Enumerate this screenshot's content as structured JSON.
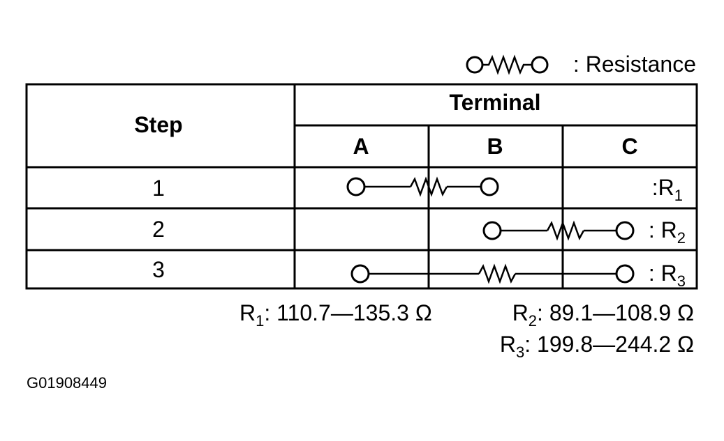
{
  "legend": {
    "label": ": Resistance"
  },
  "table": {
    "step_header": "Step",
    "terminal_header": "Terminal",
    "columns": [
      "A",
      "B",
      "C"
    ],
    "rows": [
      {
        "step": "1",
        "sub": "1",
        "label_prefix": ":R",
        "from": "A",
        "to": "B"
      },
      {
        "step": "2",
        "sub": "2",
        "label_prefix": ": R",
        "from": "B",
        "to": "C"
      },
      {
        "step": "3",
        "sub": "3",
        "label_prefix": ": R",
        "from": "A",
        "to": "C"
      }
    ]
  },
  "specs": [
    {
      "name": "R",
      "sub": "1",
      "range": ": 110.7—135.3 Ω"
    },
    {
      "name": "R",
      "sub": "2",
      "range": ": 89.1—108.9 Ω"
    },
    {
      "name": "R",
      "sub": "3",
      "range": ": 199.8—244.2 Ω"
    }
  ],
  "figure_id": "G01908449"
}
